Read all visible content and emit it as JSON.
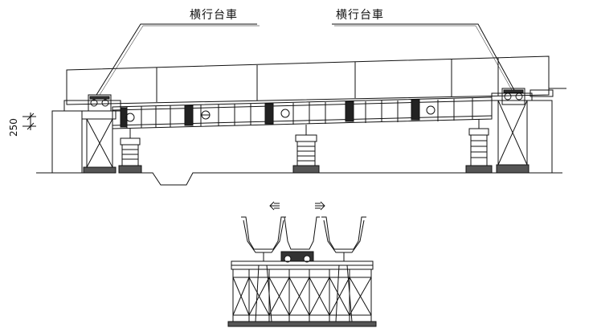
{
  "labels": {
    "trolley_left": "横行台車",
    "trolley_right": "横行台車"
  },
  "dimension": {
    "value": "250"
  },
  "icons": {
    "arrow_left": "left-arrow",
    "arrow_right": "right-arrow"
  },
  "colors": {
    "line": "#111111",
    "background": "#ffffff"
  }
}
